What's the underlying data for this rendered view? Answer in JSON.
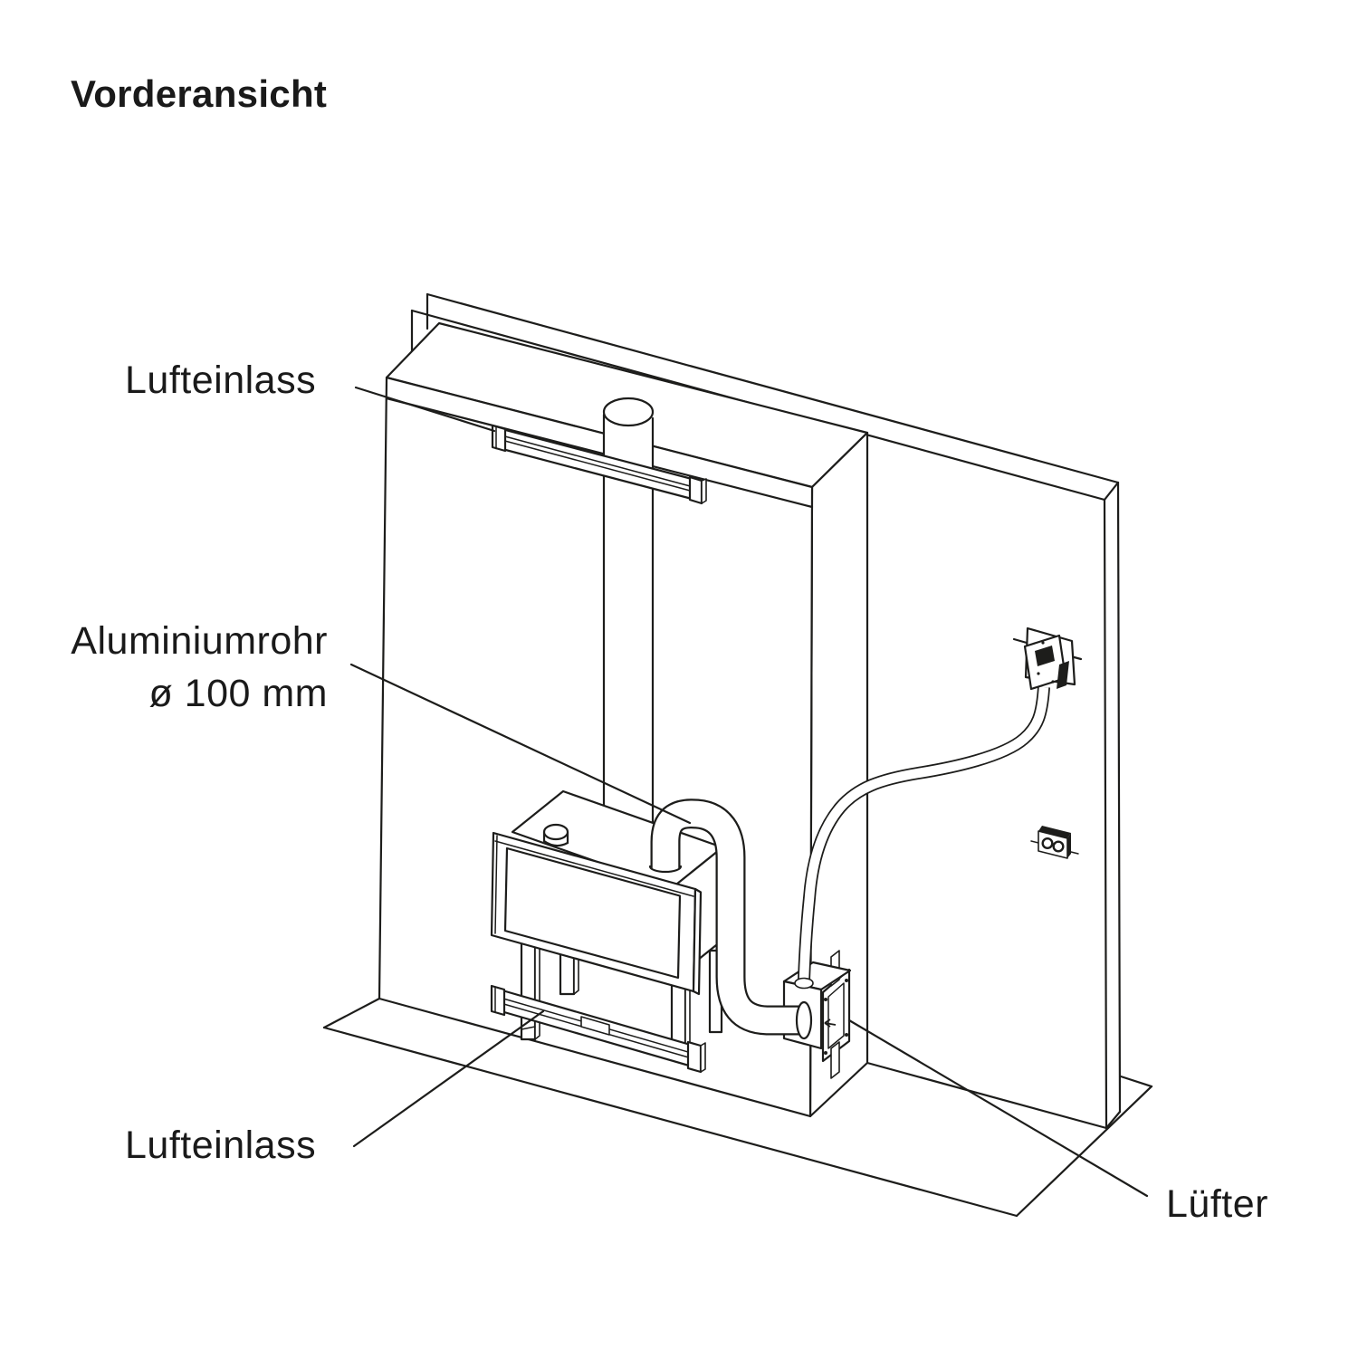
{
  "title": "Vorderansicht",
  "diagram": {
    "labels": {
      "air_inlet_top": "Lufteinlass",
      "aluminium_pipe": {
        "line1": "Aluminiumrohr",
        "line2": "ø 100 mm"
      },
      "air_inlet_bottom": "Lufteinlass",
      "fan": "Lüfter"
    },
    "colors": {
      "line": "#1d1d1b",
      "text": "#1a1a1a",
      "background": "#ffffff"
    }
  }
}
